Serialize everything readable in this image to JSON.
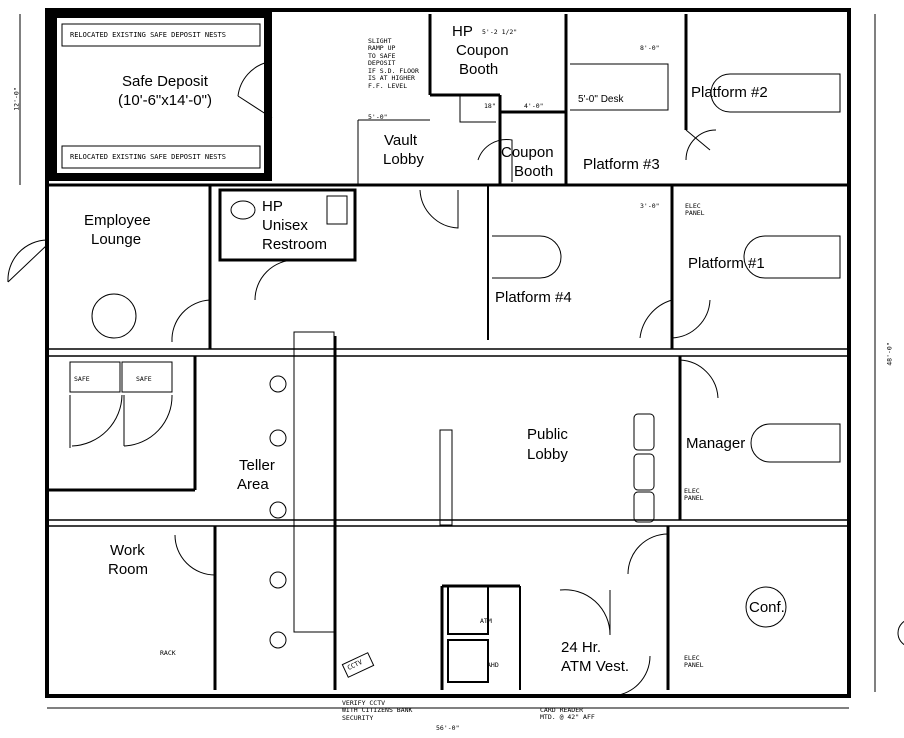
{
  "rooms": {
    "safe_deposit": {
      "name": "Safe Deposit",
      "size": "(10'-6\"x14'-0\")"
    },
    "hp_coupon_booth": {
      "line1": "HP",
      "line2": "Coupon",
      "line3": "Booth"
    },
    "vault_lobby": {
      "line1": "Vault",
      "line2": "Lobby"
    },
    "coupon_booth": {
      "line1": "Coupon",
      "line2": "Booth"
    },
    "platform_2": "Platform #2",
    "platform_3": "Platform #3",
    "desk": "5'-0\" Desk",
    "employee_lounge": {
      "line1": "Employee",
      "line2": "Lounge"
    },
    "hp_unisex_restroom": {
      "line1": "HP",
      "line2": "Unisex",
      "line3": "Restroom"
    },
    "platform_1": "Platform #1",
    "platform_4": "Platform #4",
    "public_lobby": {
      "line1": "Public",
      "line2": "Lobby"
    },
    "teller_area": {
      "line1": "Teller",
      "line2": "Area"
    },
    "manager": "Manager",
    "work_room": {
      "line1": "Work",
      "line2": "Room"
    },
    "atm_vestibule": {
      "line1": "24 Hr.",
      "line2": "ATM Vest."
    },
    "conf": "Conf."
  },
  "notes": {
    "ramp": [
      "SLIGHT",
      "RAMP UP",
      "TO SAFE",
      "DEPOSIT",
      "IF S.D. FLOOR",
      "IS AT HIGHER",
      "F.F. LEVEL"
    ],
    "nest": "RELOCATED EXISTING SAFE DEPOSIT NESTS",
    "cctv_tag": "CCTV",
    "cctv_note": [
      "VERIFY CCTV",
      "WITH CITIZENS BANK",
      "SECURITY"
    ],
    "card_reader": [
      "CARD READER",
      "MTD. @ 42\" AFF"
    ],
    "safe": "SAFE",
    "atm": "ATM",
    "ahd": "AHD",
    "rack": "RACK",
    "elec_panel": [
      "ELEC",
      "PANEL"
    ]
  },
  "dimensions": {
    "dim_5ft": "5'-0\"",
    "dim_5ft2": "5'-2 1/2\"",
    "dim_18in": "18\"",
    "dim_4ft": "4'-0\"",
    "dim_8ft": "8'-0\"",
    "dim_3ft": "3'-0\"",
    "dim_12ft": "12'-0\"",
    "dim_48ft": "48'-0\"",
    "dim_56ft": "56'-0\""
  }
}
